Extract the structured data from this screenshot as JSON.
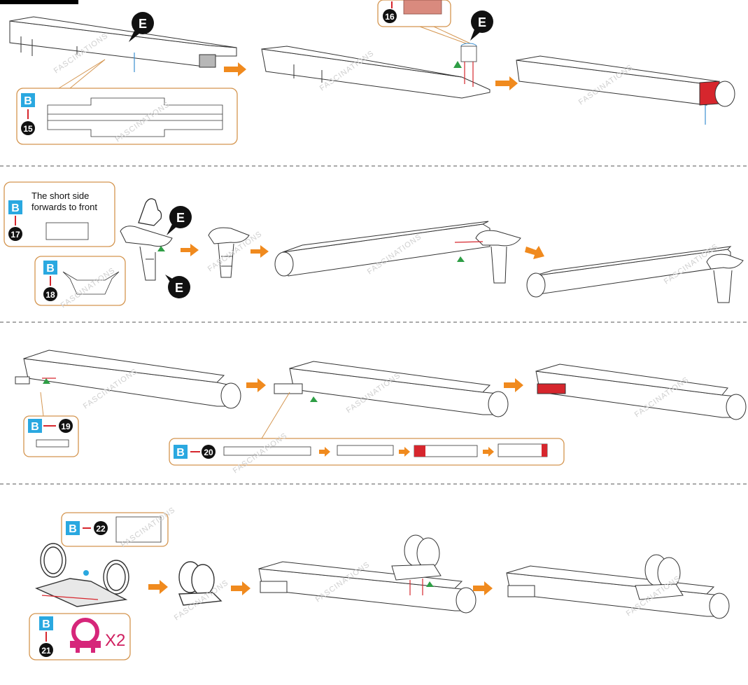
{
  "colors": {
    "accent_orange": "#f08a1e",
    "callout_border": "#d4954f",
    "part_label_blue": "#2aa8e0",
    "glue_red": "#d6262d",
    "hint_green": "#2e9e45",
    "arrow_blue": "#3b8fd0",
    "ring_magenta": "#d6267a",
    "tab_pink": "#d98a7e"
  },
  "part_letter": "B",
  "connector_letter": "E",
  "watermark": "FASCINATIONS",
  "steps": {
    "s15": "15",
    "s16": "16",
    "s17": "17",
    "s18": "18",
    "s19": "19",
    "s20": "20",
    "s21": "21",
    "s22": "22"
  },
  "step17_note": [
    "The short side",
    "forwards to front"
  ],
  "ring_count": "X2",
  "icons": [
    "circled-number-icon",
    "connector-badge-icon",
    "pointing-hand-icon",
    "orange-arrow-icon"
  ]
}
